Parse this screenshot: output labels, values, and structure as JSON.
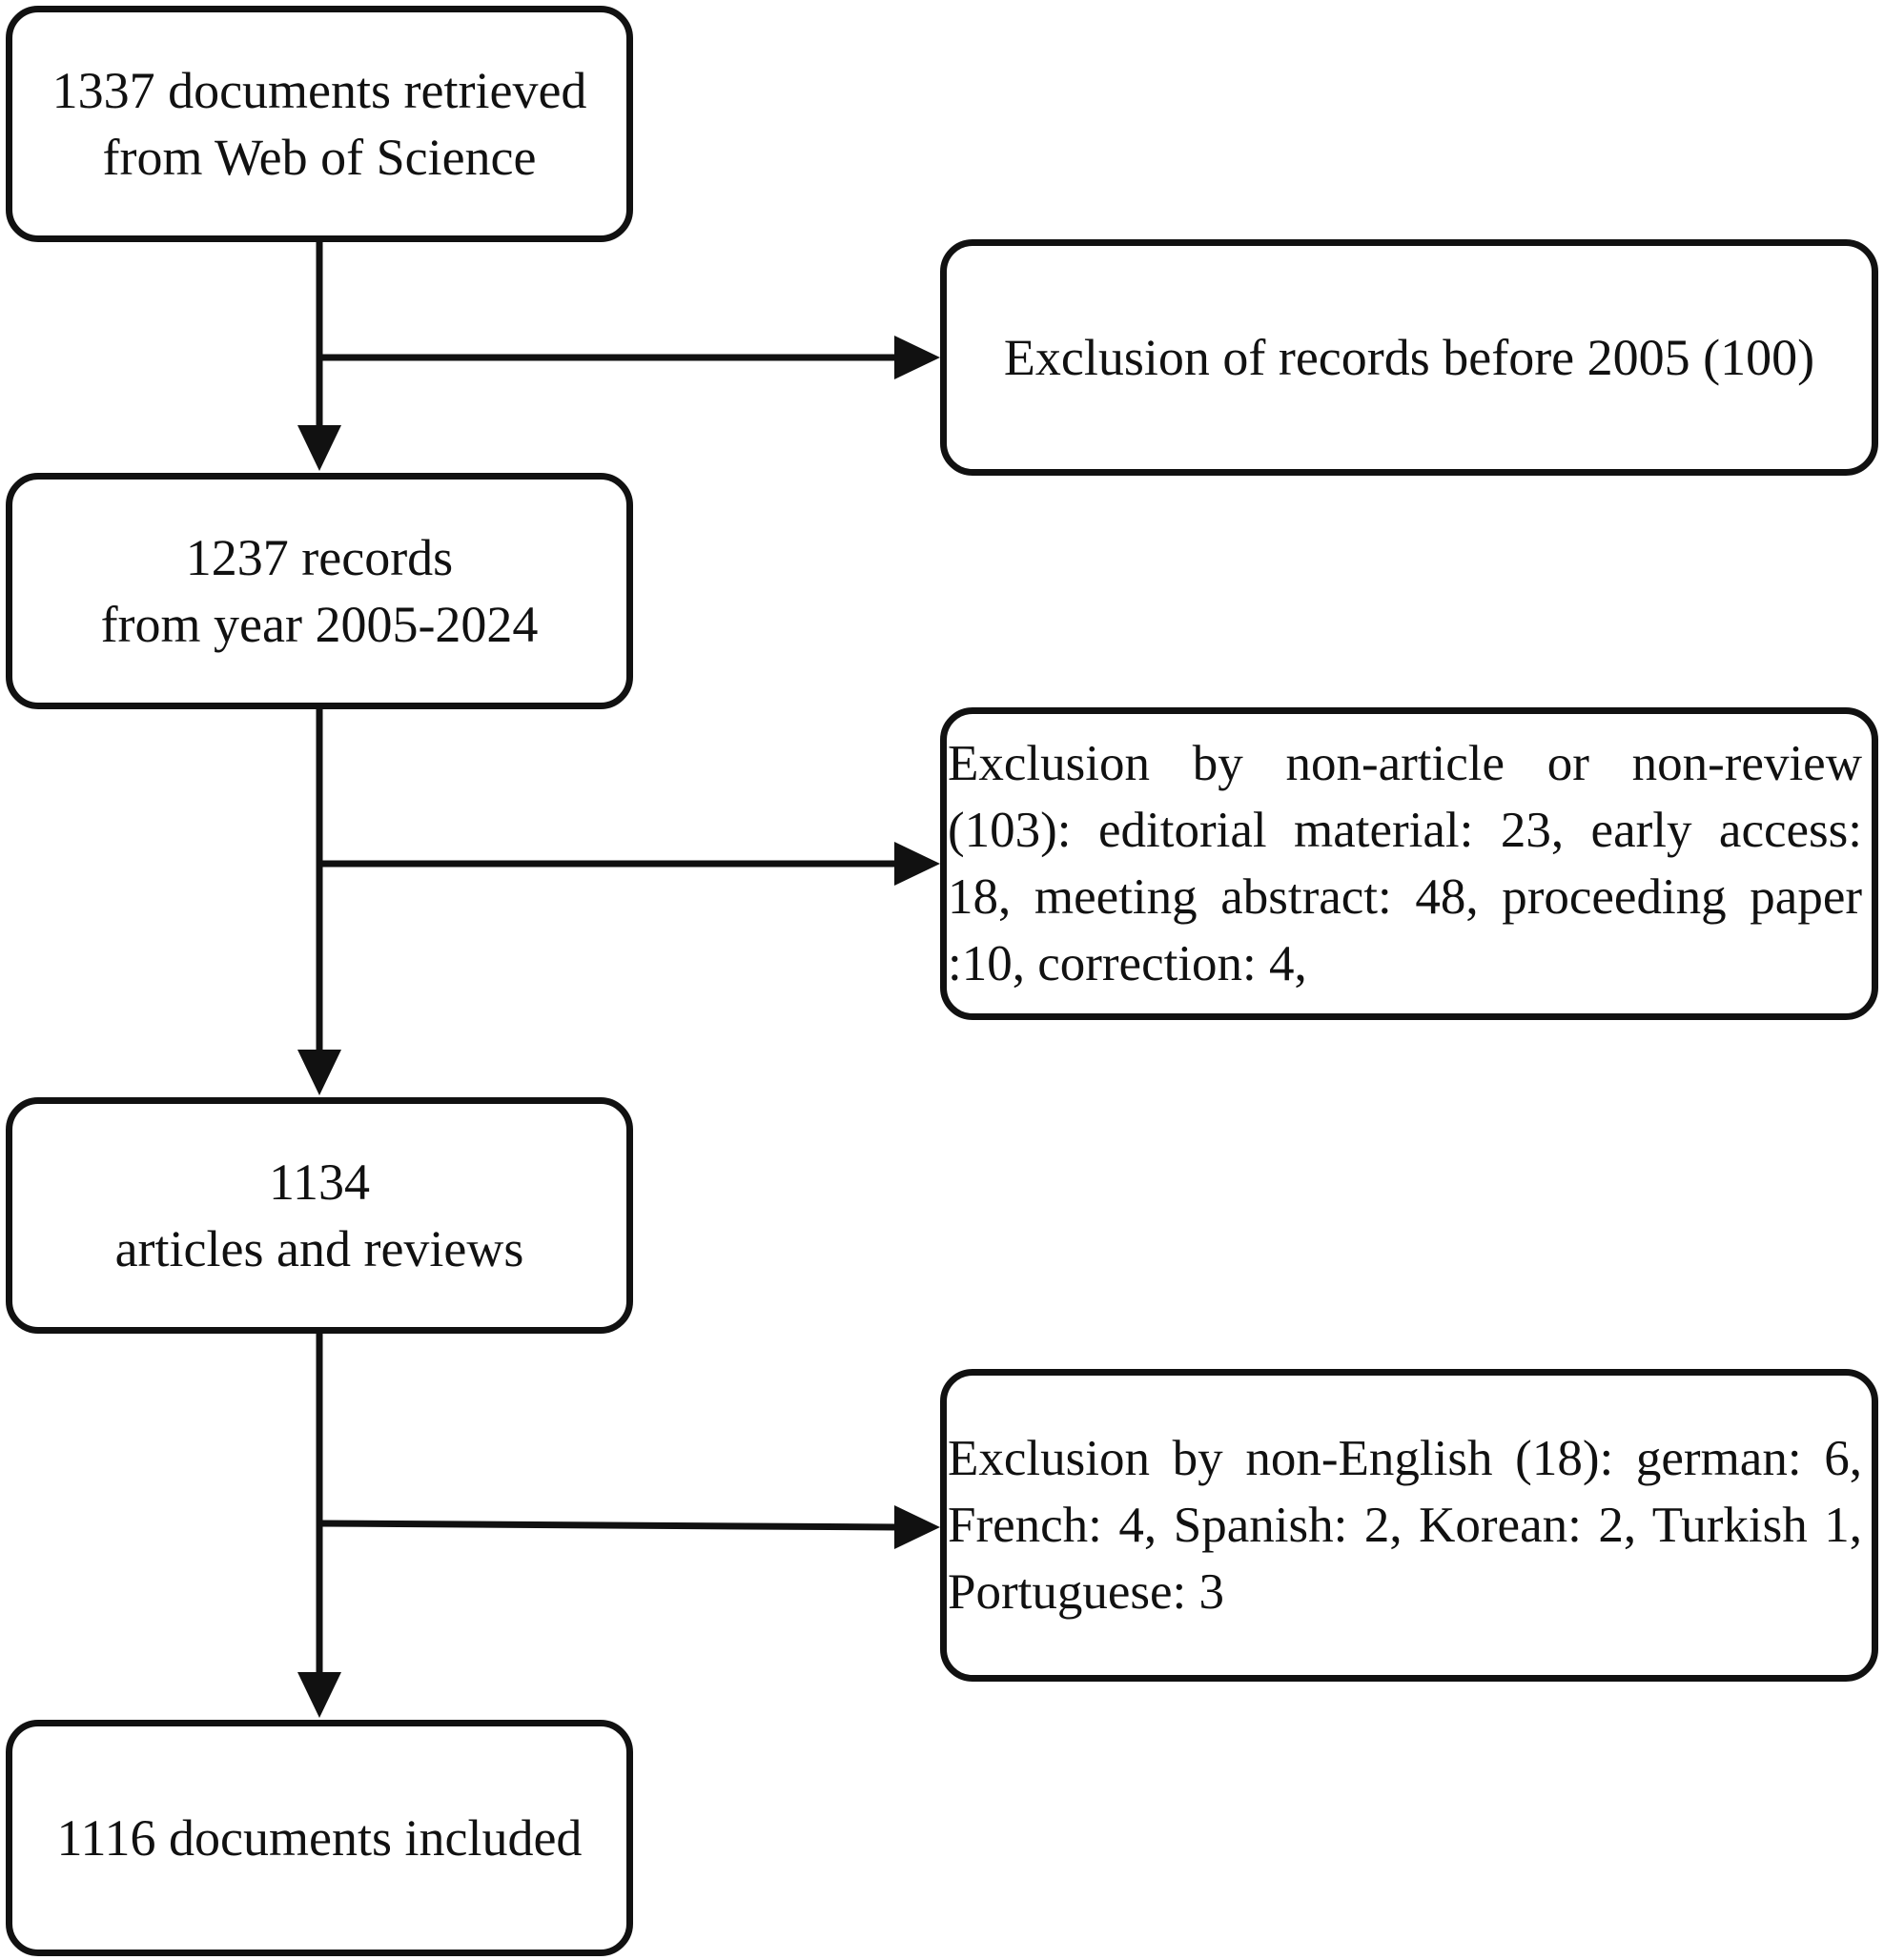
{
  "boxes": {
    "retrieved": {
      "line1": "1337 documents  retrieved",
      "line2": "from Web of Science"
    },
    "records": {
      "line1": "1237 records",
      "line2": "from year 2005-2024"
    },
    "articles": {
      "line1": "1134",
      "line2": "articles and reviews"
    },
    "included": {
      "line1": "1116 documents included"
    }
  },
  "exclusions": {
    "before_2005": "Exclusion of records before 2005 (100)",
    "non_article": "Exclusion by non-article or non-review (103): editorial material: 23, early access: 18, meeting abstract: 48, proceeding paper :10, correction: 4,",
    "non_english": "Exclusion by non-English (18): german: 6, French: 4, Spanish: 2, Korean: 2, Turkish 1, Portuguese: 3"
  },
  "colors": {
    "stroke": "#111111",
    "background": "#ffffff",
    "text": "#111111"
  }
}
